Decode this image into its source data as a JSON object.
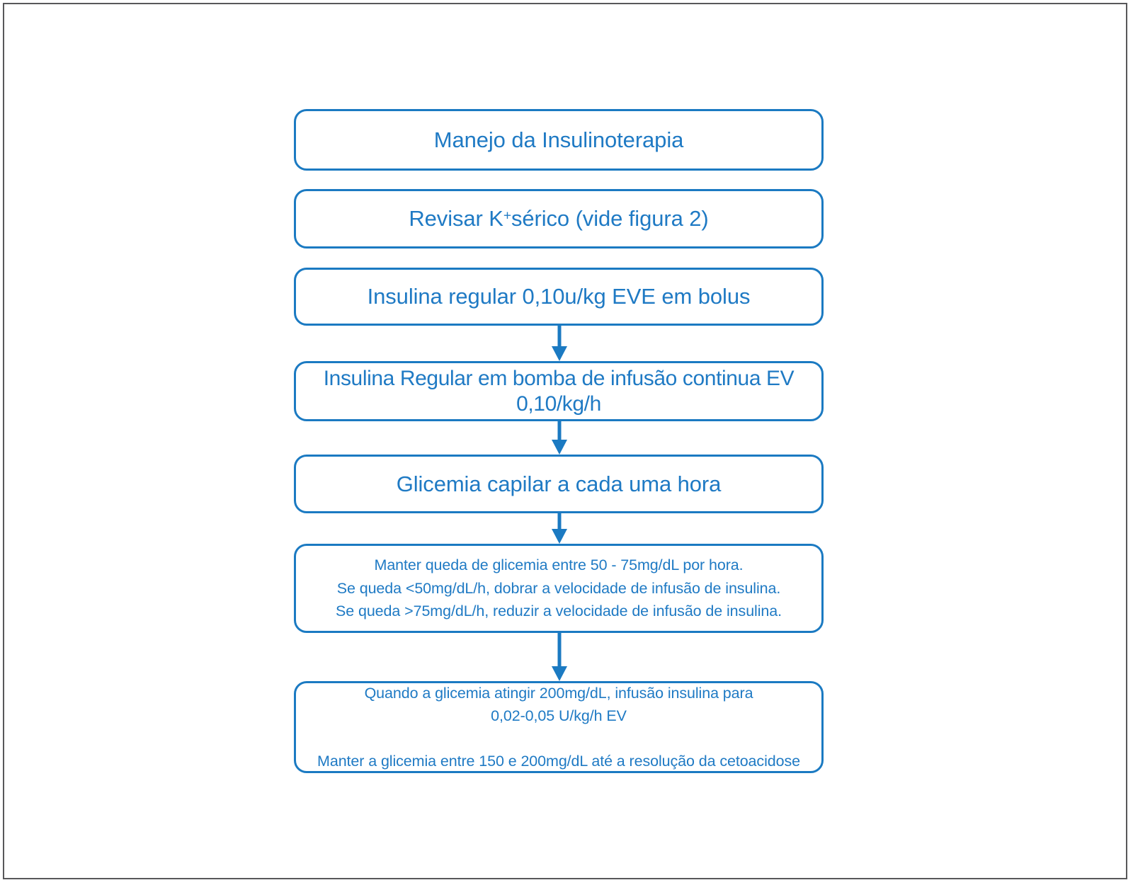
{
  "diagram": {
    "title": "Manejo da Insulinoterapia",
    "accent_color": "#1B7AC2",
    "text_color": "#1F7AC4",
    "frame_color": "#58585A",
    "background": "#FFFFFF",
    "orientation": "top-to-bottom",
    "nodes": [
      {
        "id": "manejo-insulinoterapia",
        "text": "Manejo da Insulinoterapia",
        "shape": "rounded-rectangle"
      },
      {
        "id": "revisar-k-serico",
        "text_before_sup": "Revisar K",
        "sup": "+",
        "text_after_sup": "sérico (vide figura 2)",
        "text": "Revisar K+sérico (vide figura 2)",
        "shape": "rounded-rectangle"
      },
      {
        "id": "insulina-bolus",
        "text": "Insulina regular 0,10u/kg EVE em bolus",
        "shape": "rounded-rectangle"
      },
      {
        "id": "bomba-infusao-continua",
        "text": "Insulina Regular em bomba de infusão continua EV 0,10/kg/h",
        "shape": "rounded-rectangle"
      },
      {
        "id": "glicemia-capilar",
        "text": "Glicemia capilar a cada uma hora",
        "shape": "rounded-rectangle"
      },
      {
        "id": "manter-queda-glicemia",
        "text": "Manter queda de glicemia entre 50 - 75mg/dL por hora.\nSe queda <50mg/dL/h, dobrar a velocidade de infusão de insulina.\nSe queda >75mg/dL/h, reduzir a velocidade de infusão de insulina.",
        "shape": "rounded-rectangle"
      },
      {
        "id": "alvo-200mgdl",
        "text": "Quando a glicemia atingir 200mg/dL, infusão insulina para\n0,02-0,05 U/kg/h EV\n\nManter a glicemia entre 150 e 200mg/dL até a resolução da cetoacidose",
        "shape": "rounded-rectangle"
      }
    ],
    "connectors": [
      {
        "id": "arrow-bolus-to-bomba",
        "from": "insulina-bolus",
        "to": "bomba-infusao-continua",
        "type": "arrow-down"
      },
      {
        "id": "arrow-bomba-to-glicemia",
        "from": "bomba-infusao-continua",
        "to": "glicemia-capilar",
        "type": "arrow-down"
      },
      {
        "id": "arrow-glicemia-to-manter",
        "from": "glicemia-capilar",
        "to": "manter-queda-glicemia",
        "type": "arrow-down"
      },
      {
        "id": "arrow-manter-to-alvo",
        "from": "manter-queda-glicemia",
        "to": "alvo-200mgdl",
        "type": "arrow-down"
      }
    ]
  }
}
